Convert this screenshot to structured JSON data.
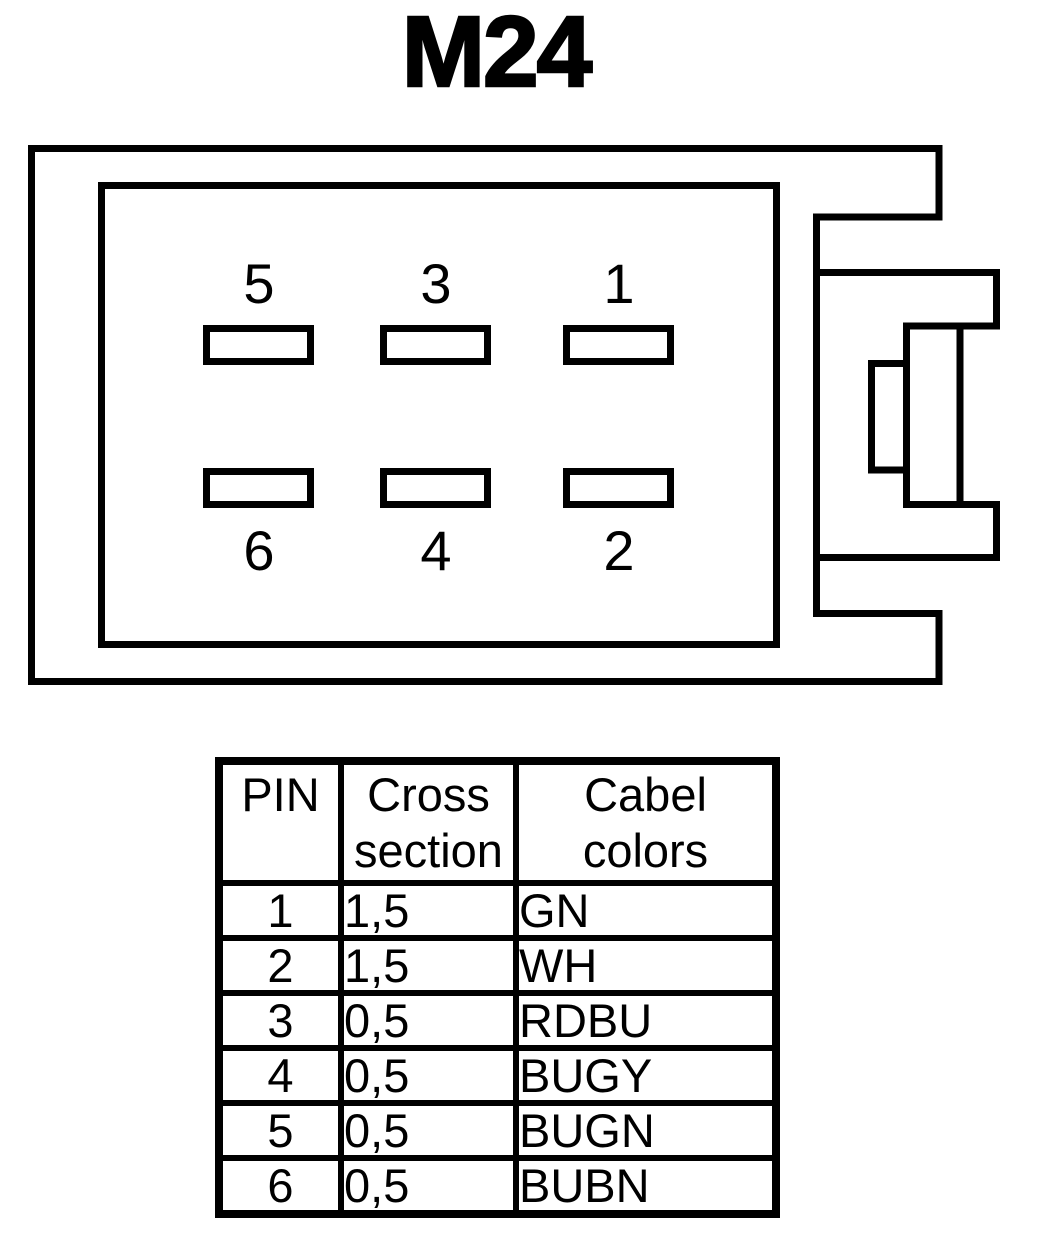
{
  "title": "M24",
  "colors": {
    "line": "#000000",
    "background": "#ffffff"
  },
  "connector": {
    "pin_labels_top": [
      "5",
      "3",
      "1"
    ],
    "pin_labels_bottom": [
      "6",
      "4",
      "2"
    ]
  },
  "table": {
    "headers": {
      "pin": "PIN",
      "cross_section": "Cross section",
      "cable_colors": "Cabel colors"
    },
    "rows": [
      {
        "pin": "1",
        "cross_section": "1,5",
        "cable_color": "GN"
      },
      {
        "pin": "2",
        "cross_section": "1,5",
        "cable_color": "WH"
      },
      {
        "pin": "3",
        "cross_section": "0,5",
        "cable_color": "RDBU"
      },
      {
        "pin": "4",
        "cross_section": "0,5",
        "cable_color": "BUGY"
      },
      {
        "pin": "5",
        "cross_section": "0,5",
        "cable_color": "BUGN"
      },
      {
        "pin": "6",
        "cross_section": "0,5",
        "cable_color": "BUBN"
      }
    ]
  }
}
